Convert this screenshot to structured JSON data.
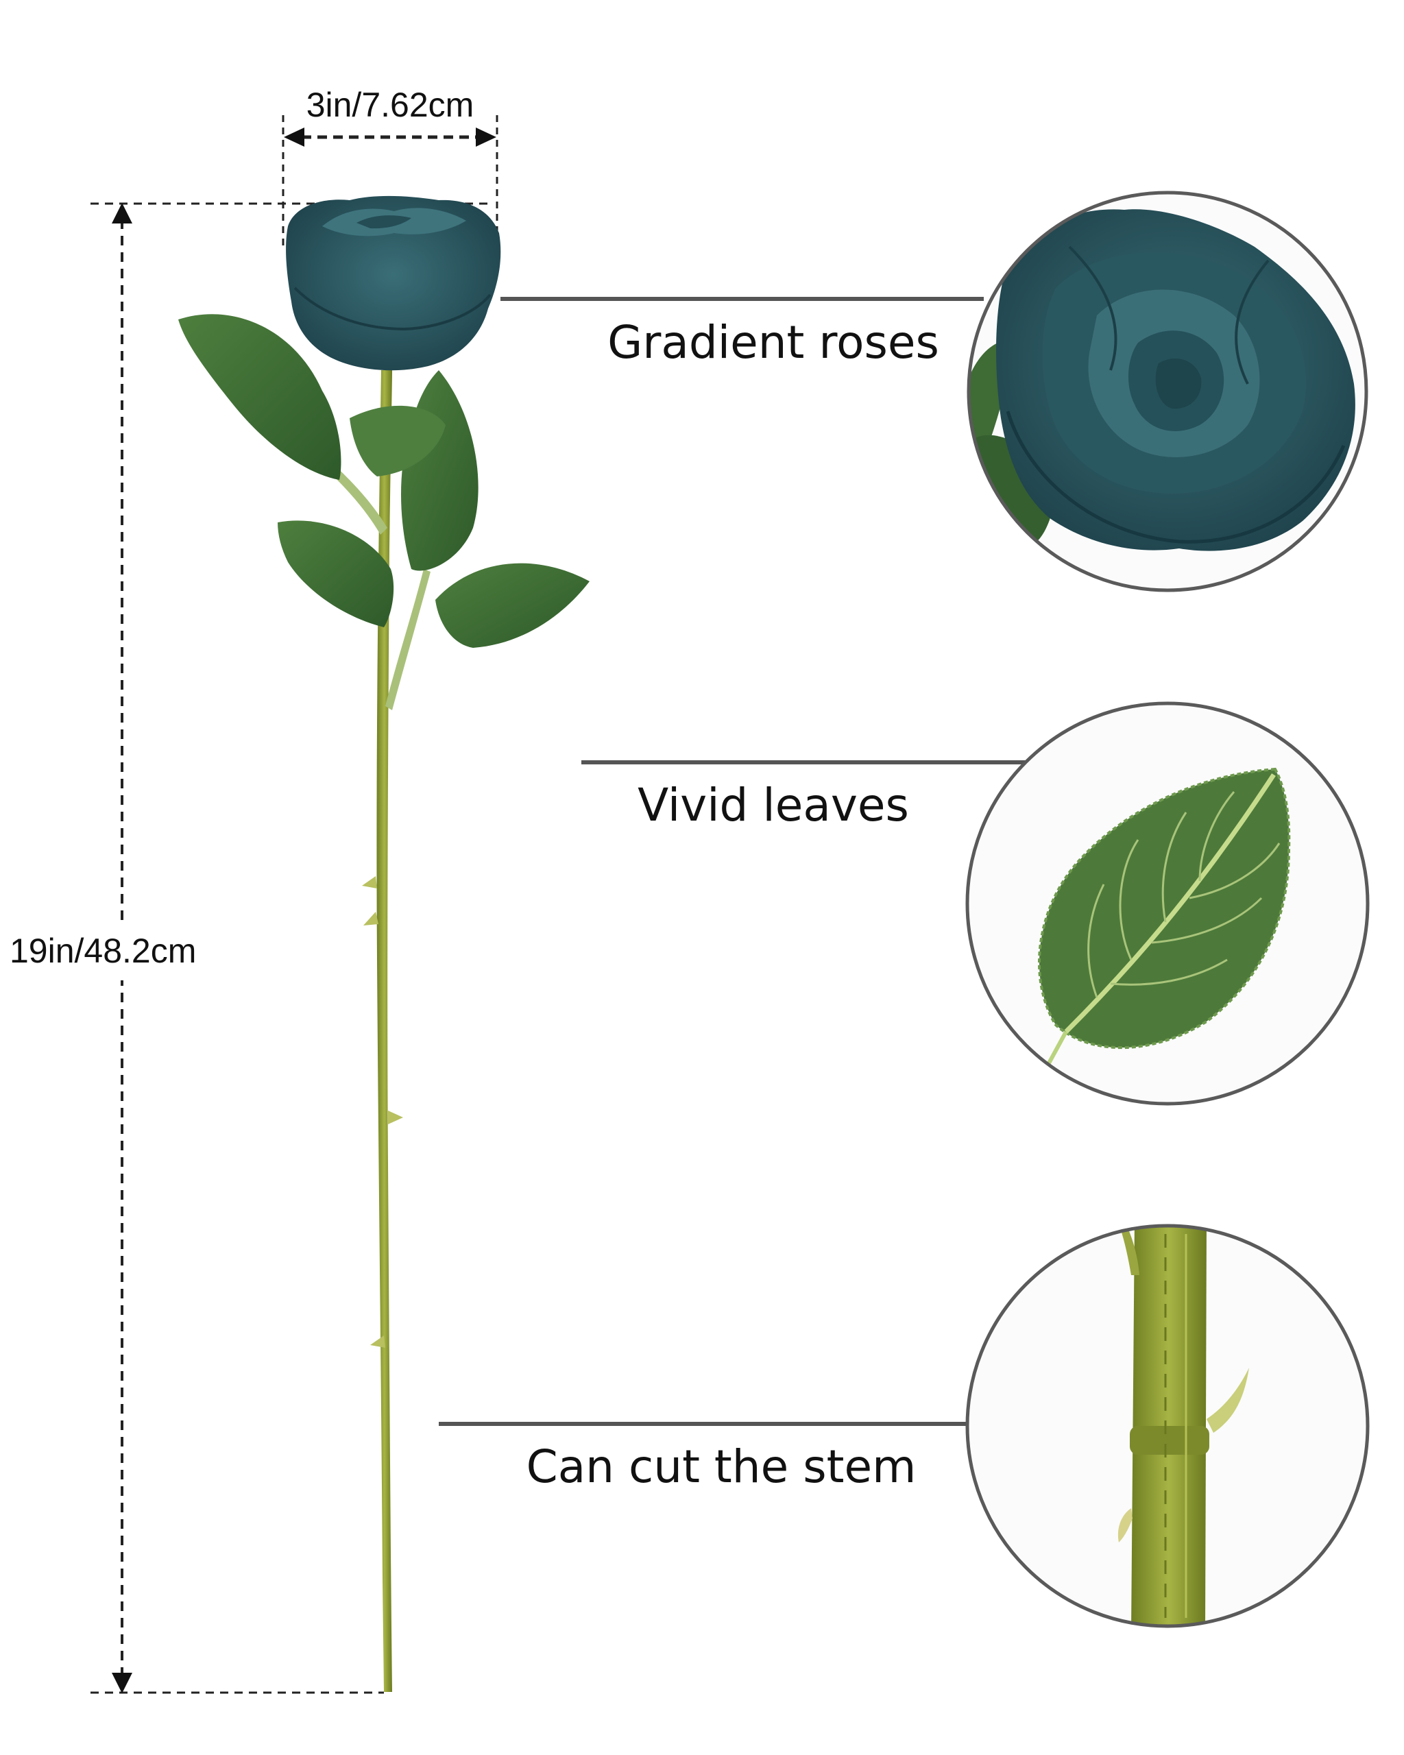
{
  "dimensions": {
    "width_label": "3in/7.62cm",
    "height_label": "19in/48.2cm"
  },
  "features": [
    {
      "label": "Gradient roses",
      "icon": "rose-closeup"
    },
    {
      "label": "Vivid leaves",
      "icon": "leaf-closeup"
    },
    {
      "label": "Can cut the stem",
      "icon": "stem-closeup"
    }
  ],
  "colors": {
    "petal": "#2f5e66",
    "petal_dark": "#1d4049",
    "leaf": "#3d6b34",
    "leaf_vein": "#a9c47a",
    "stem": "#8b9a33",
    "circle_border": "#5a5a5a",
    "connector_line": "#555555"
  }
}
